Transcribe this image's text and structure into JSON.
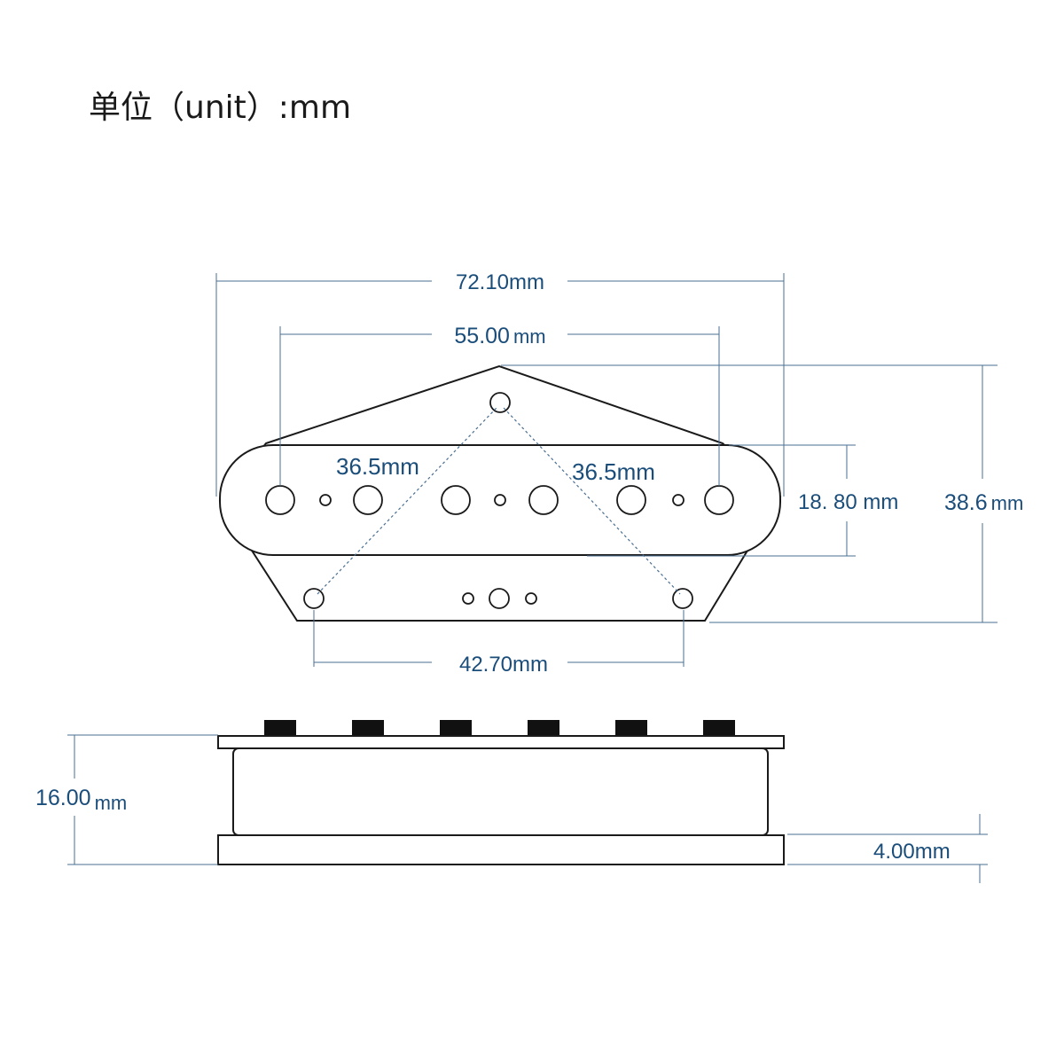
{
  "title": "单位（unit）:mm",
  "dimensions": {
    "overall_width": "72.10mm",
    "pole_spacing": "55.00",
    "pole_spacing_unit": "mm",
    "diagonal_left": "36.5mm",
    "diagonal_right": "36.5mm",
    "coil_width": "18. 80 mm",
    "overall_depth": "38.6",
    "overall_depth_unit": "mm",
    "mount_spacing": "42.70mm",
    "height": "16.00",
    "height_unit": "mm",
    "base_thickness": "4.00mm"
  },
  "colors": {
    "dimension_text": "#1a4d7a",
    "outline": "#1a1a1a"
  }
}
